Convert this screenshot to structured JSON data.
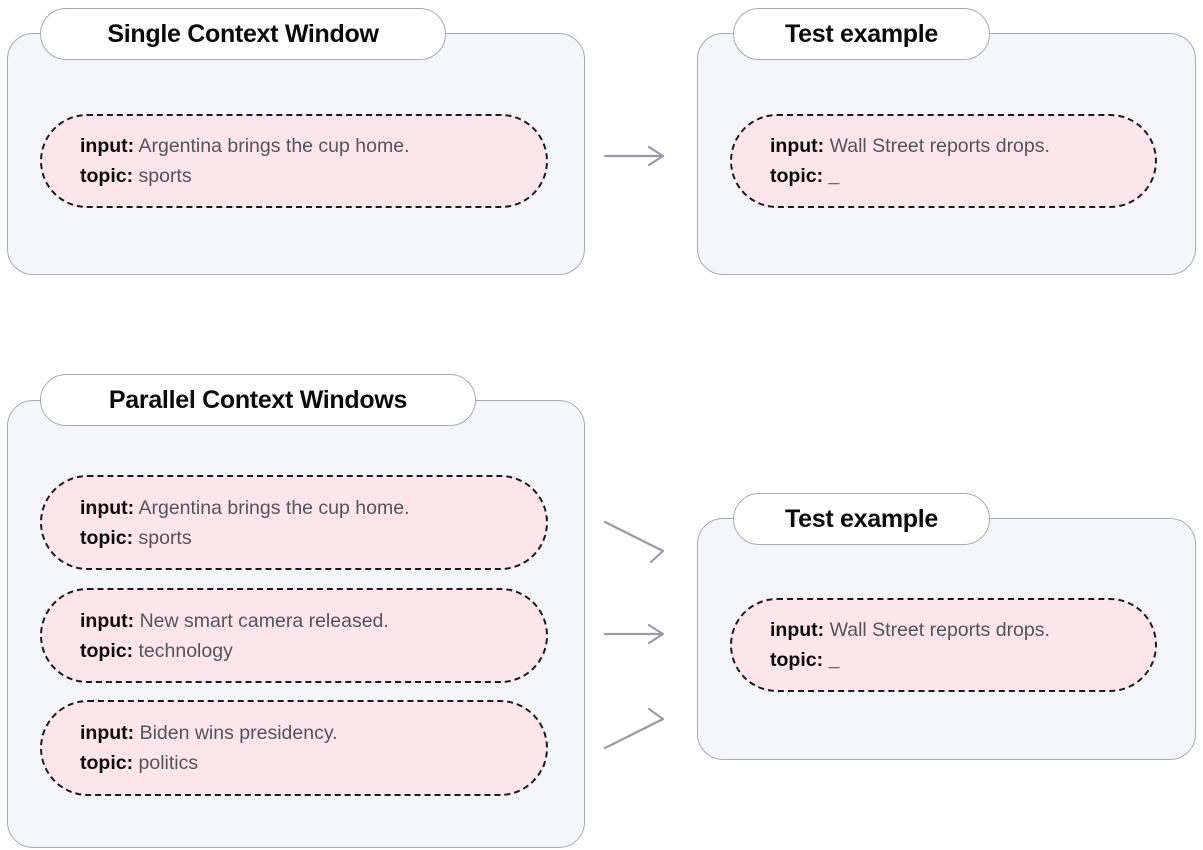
{
  "diagram": {
    "title_single": "Single Context Window",
    "title_parallel": "Parallel Context Windows",
    "title_test_top": "Test example",
    "title_test_bottom": "Test example",
    "labels": {
      "input": "input:",
      "topic": "topic:"
    },
    "colors": {
      "panel_background": "#f5f6f9",
      "panel_border": "#a9abb3",
      "card_background": "#fce6ec",
      "card_border": "#1b1b1f",
      "arrow": "#9a9aa2",
      "heading_text": "#0b0b0d",
      "value_text": "#54545c"
    },
    "single_context_window": {
      "examples": [
        {
          "input": "Argentina brings the cup home.",
          "topic": "sports"
        }
      ]
    },
    "parallel_context_windows": {
      "examples": [
        {
          "input": "Argentina brings the cup home.",
          "topic": "sports"
        },
        {
          "input": "New smart camera released.",
          "topic": " technology"
        },
        {
          "input": "Biden wins presidency.",
          "topic": "politics"
        }
      ]
    },
    "test_example_top": {
      "input": "Wall Street reports drops.",
      "topic": "_"
    },
    "test_example_bottom": {
      "input": "Wall Street reports drops.",
      "topic": "_"
    },
    "arrows": [
      {
        "name": "arrow-single-to-test",
        "direction": "right"
      },
      {
        "name": "arrow-parallel-1-to-test",
        "direction": "down-right"
      },
      {
        "name": "arrow-parallel-2-to-test",
        "direction": "right"
      },
      {
        "name": "arrow-parallel-3-to-test",
        "direction": "up-right"
      }
    ]
  }
}
